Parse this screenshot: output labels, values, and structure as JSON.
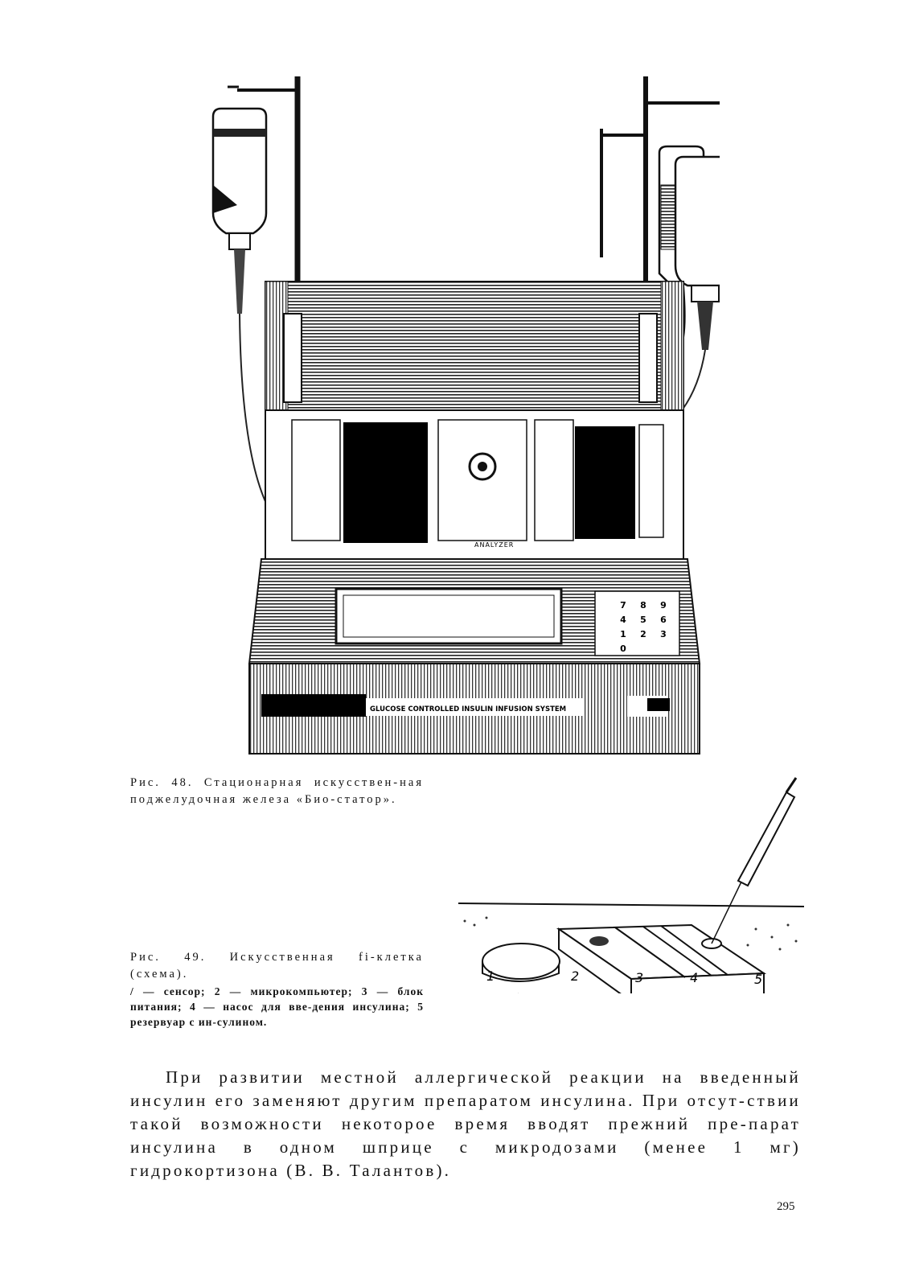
{
  "figure48": {
    "caption": "Рис. 48. Стационарная искусствен-ная поджелудочная железа «Био-статор».",
    "device_label": "GLUCOSE CONTROLLED INSULIN INFUSION SYSTEM",
    "panel_label": "ANALYZER",
    "keypad": [
      "7",
      "8",
      "9",
      "4",
      "5",
      "6",
      "1",
      "2",
      "3",
      "0"
    ]
  },
  "figure49": {
    "caption": "Рис. 49. Искусственная fi-клетка (схема).",
    "legend": "/ — сенсор; 2 — микрокомпьютер; 3 — блок питания; 4 — насос для вве-дения инсулина; 5 резервуар с ин-сулином.",
    "labels": [
      "1",
      "2",
      "3",
      "4",
      "5"
    ]
  },
  "body_text": "При развитии местной аллергической реакции на введенный инсулин его заменяют другим препаратом инсулина. При отсут-ствии такой возможности некоторое время вводят прежний пре-парат инсулина в одном шприце с микродозами (менее 1 мг) гидрокортизона (В. В. Талантов).",
  "page_number": "295"
}
